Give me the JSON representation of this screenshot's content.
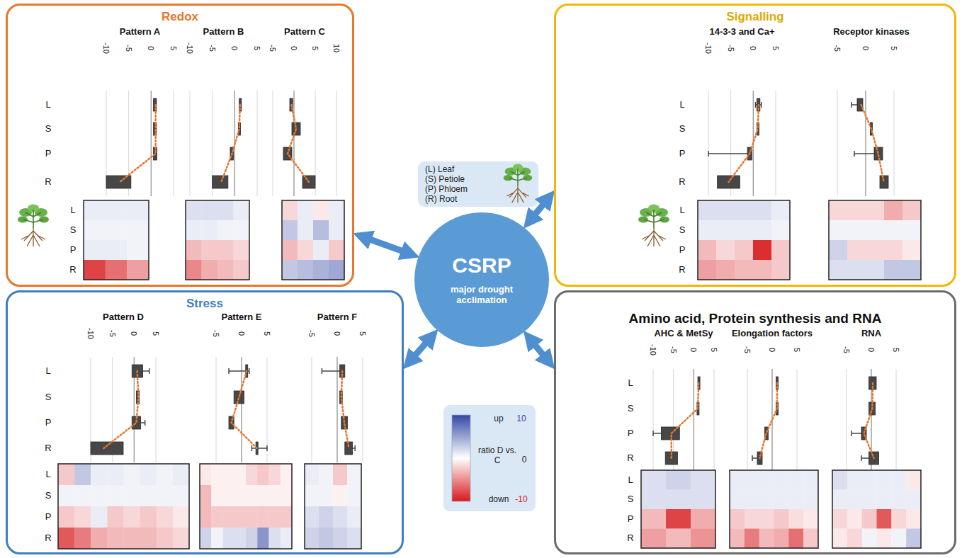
{
  "diagram": {
    "nodes": [
      {
        "text": [
          "Redox"
        ]
      },
      {
        "text": [
          "Signalling"
        ]
      },
      {
        "text": [
          "Stress"
        ]
      },
      {
        "text": [
          "Amino acid, Protein synthesis and RNA"
        ]
      },
      {
        "text": [
          "CSRP",
          "major drought acclimation"
        ]
      },
      {
        "text": [
          "(L) Leaf",
          "(S) Petiole",
          "(P) Phloem",
          "(R) Root"
        ]
      },
      {
        "text": [
          "up",
          "10",
          "ratio D vs. C",
          "0",
          "down",
          "-10"
        ]
      }
    ],
    "edges": [
      {
        "from": 4,
        "to": 0,
        "arrow": "both"
      },
      {
        "from": 4,
        "to": 1,
        "arrow": "both"
      },
      {
        "from": 4,
        "to": 2,
        "arrow": "both"
      },
      {
        "from": 4,
        "to": 3,
        "arrow": "both"
      }
    ],
    "labels": [
      "Pattern A",
      "Pattern B",
      "Pattern C",
      "-10",
      "-5",
      "0",
      "5",
      "-10",
      "-5",
      "0",
      "5",
      "-5",
      "0",
      "5",
      "10",
      "L",
      "S",
      "P",
      "R",
      "L",
      "S",
      "P",
      "R",
      "14-3-3 and Ca+",
      "Receptor kinases",
      "-10",
      "-5",
      "0",
      "5",
      "-5",
      "0",
      "5",
      "L",
      "S",
      "P",
      "R",
      "L",
      "S",
      "P",
      "R",
      "Pattern D",
      "Pattern E",
      "Pattern F",
      "-10",
      "-5",
      "0",
      "5",
      "-5",
      "0",
      "5",
      "-5",
      "0",
      "5",
      "L",
      "S",
      "P",
      "R",
      "L",
      "S",
      "P",
      "R",
      "AHC & MetSy",
      "Elongation factors",
      "RNA",
      "-10",
      "-5",
      "0",
      "5",
      "-5",
      "0",
      "5",
      "-5",
      "0",
      "5",
      "L",
      "S",
      "P",
      "R",
      "L",
      "S",
      "P",
      "R"
    ]
  }
}
